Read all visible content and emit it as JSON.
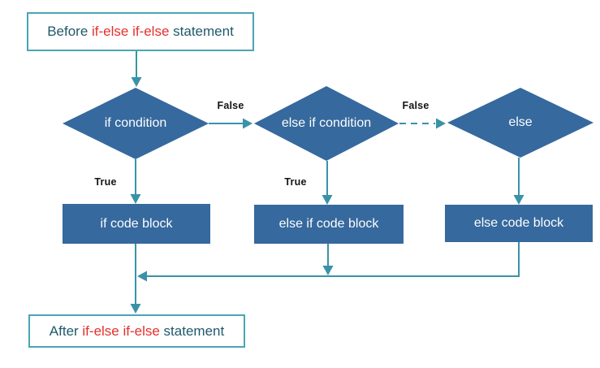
{
  "diagram": {
    "type": "flowchart",
    "topic": "if-else if-else statement control flow"
  },
  "colors": {
    "background": "#ffffff",
    "node_fill": "#36699e",
    "node_text": "#fdfdfd",
    "arrow": "#3a92a8",
    "terminal_border": "#4aa5b5",
    "terminal_text": "#20596b",
    "highlight_red": "#e5302c",
    "edge_label_text": "#141414"
  },
  "terminals": {
    "before": {
      "prefix": "Before ",
      "highlight": "if-else if-else",
      "suffix": " statement"
    },
    "after": {
      "prefix": "After ",
      "highlight": "if-else if-else",
      "suffix": " statement"
    }
  },
  "decisions": {
    "if_condition": "if condition",
    "elseif_condition": "else if condition",
    "else_condition": "else"
  },
  "processes": {
    "if_block": "if code block",
    "elseif_block": "else if code block",
    "else_block": "else code block"
  },
  "edge_labels": {
    "false_if": "False",
    "false_elseif": "False",
    "true_if": "True",
    "true_elseif": "True"
  }
}
